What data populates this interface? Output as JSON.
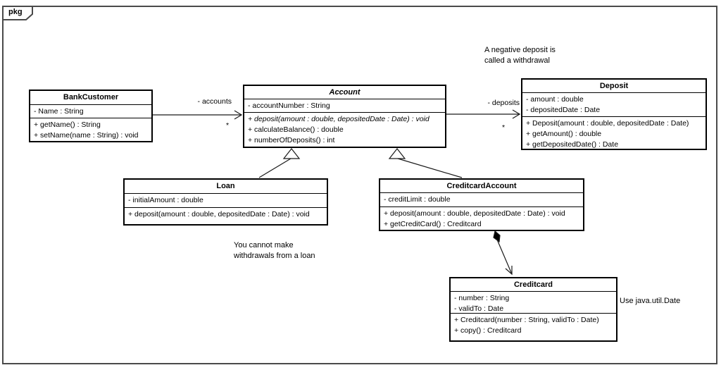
{
  "frame": {
    "label": "pkg"
  },
  "classes": {
    "bankCustomer": {
      "name": "BankCustomer",
      "attributes": [
        "- Name : String"
      ],
      "methods": [
        "+ getName() : String",
        "+ setName(name : String) : void"
      ]
    },
    "account": {
      "name": "Account",
      "attributes": [
        "- accountNumber : String"
      ],
      "methods": [
        "+ deposit(amount : double, depositedDate : Date) : void",
        "+ calculateBalance() : double",
        "+ numberOfDeposits() : int"
      ]
    },
    "deposit": {
      "name": "Deposit",
      "attributes": [
        "- amount : double",
        "- depositedDate : Date"
      ],
      "methods": [
        "+ Deposit(amount : double, depositedDate : Date)",
        "+ getAmount() : double",
        "+ getDepositedDate() : Date"
      ]
    },
    "loan": {
      "name": "Loan",
      "attributes": [
        "- initialAmount : double"
      ],
      "methods": [
        "+ deposit(amount : double, depositedDate : Date) : void"
      ]
    },
    "creditcardAccount": {
      "name": "CreditcardAccount",
      "attributes": [
        "- creditLimit : double"
      ],
      "methods": [
        "+ deposit(amount : double, depositedDate : Date) : void",
        "+ getCreditCard() : Creditcard"
      ]
    },
    "creditcard": {
      "name": "Creditcard",
      "attributes": [
        "- number : String",
        "- validTo : Date"
      ],
      "methods": [
        "+ Creditcard(number : String, validTo : Date)",
        "+ copy() : Creditcard"
      ]
    }
  },
  "relations": {
    "accounts": {
      "label": "- accounts",
      "multiplicity": "*"
    },
    "deposits": {
      "label": "- deposits",
      "multiplicity": "*"
    }
  },
  "notes": {
    "withdrawal": "A negative deposit is\ncalled a withdrawal",
    "loanNote": "You cannot make\nwithdrawals from a loan",
    "dateNote": "Use java.util.Date"
  },
  "colors": {
    "line": "#1a1a1a",
    "frame": "#4a4a4a",
    "background": "#ffffff"
  }
}
